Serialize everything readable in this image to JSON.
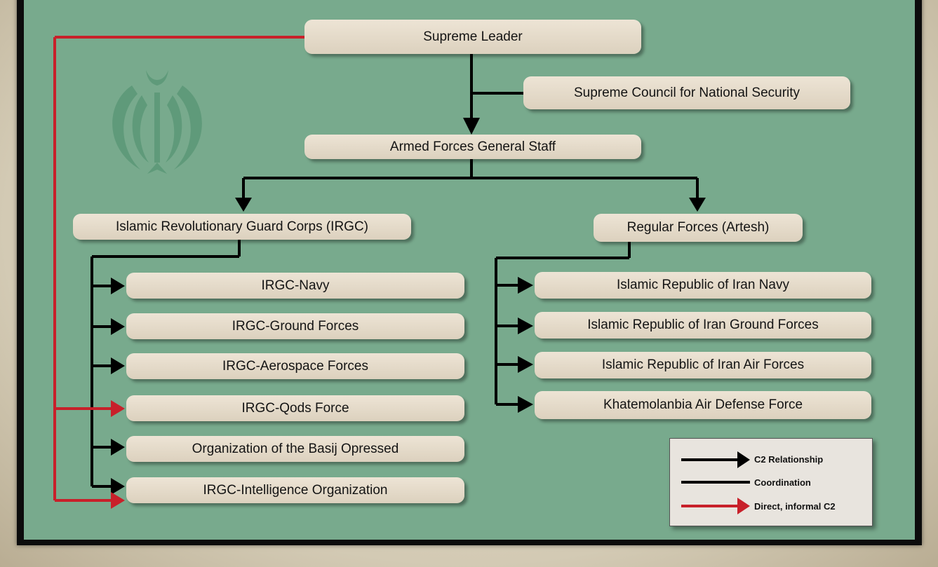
{
  "nodes": {
    "supreme_leader": "Supreme Leader",
    "sc_national_security": "Supreme Council for National Security",
    "general_staff": "Armed Forces General Staff",
    "irgc": "Islamic Revolutionary Guard Corps (IRGC)",
    "artesh": "Regular Forces (Artesh)",
    "irgc_subs": [
      "IRGC-Navy",
      "IRGC-Ground Forces",
      "IRGC-Aerospace Forces",
      "IRGC-Qods Force",
      "Organization of the Basij Opressed",
      "IRGC-Intelligence Organization"
    ],
    "artesh_subs": [
      "Islamic Republic of Iran Navy",
      "Islamic Republic of Iran Ground Forces",
      "Islamic Republic of Iran Air Forces",
      "Khatemolanbia Air Defense Force"
    ]
  },
  "legend": {
    "c2": "C2 Relationship",
    "coordination": "Coordination",
    "informal": "Direct, informal C2"
  },
  "colors": {
    "panel": "#78aa8d",
    "box": "#e6dccb",
    "black_line": "#000000",
    "red_line": "#c8202a"
  },
  "decor": {
    "emblem": "iran-emblem-icon"
  }
}
